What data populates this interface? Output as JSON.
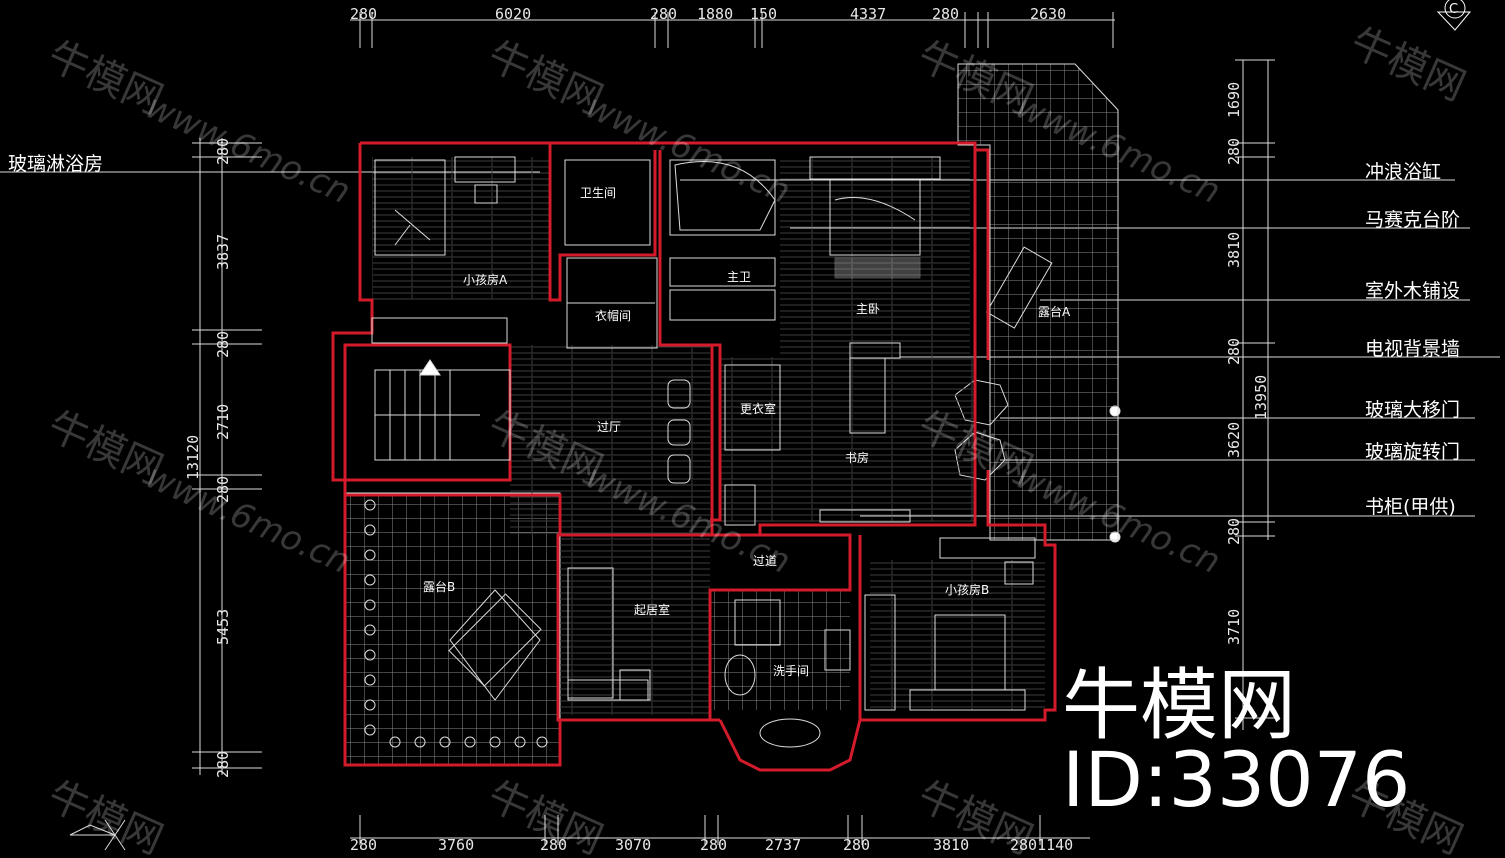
{
  "dims_top": [
    "280",
    "6020",
    "280",
    "1880",
    "150",
    "4337",
    "280",
    "2630"
  ],
  "dims_bottom": [
    "280",
    "3760",
    "280",
    "3070",
    "280",
    "2737",
    "280",
    "3810",
    "2801140"
  ],
  "dims_left": [
    "280",
    "3837",
    "280",
    "2710",
    "280",
    "5453",
    "280"
  ],
  "dim_left_total": "13120",
  "dims_right": [
    "280",
    "1690",
    "3810",
    "280",
    "3620",
    "280",
    "3710"
  ],
  "dim_right_total": "13950",
  "rooms": {
    "bedroom_a": "小孩房A",
    "bathroom": "卫生间",
    "cloakroom": "衣帽间",
    "master_bath": "主卫",
    "master_bedroom": "主卧",
    "balcony_a": "露台A",
    "changing_room": "更衣室",
    "hall": "过厅",
    "study": "书房",
    "corridor": "过道",
    "balcony_b": "露台B",
    "living_room": "起居室",
    "washroom": "洗手间",
    "bedroom_b": "小孩房B"
  },
  "callouts": {
    "left": "玻璃淋浴房",
    "r1": "冲浪浴缸",
    "r2": "马赛克台阶",
    "r3": "室外木铺设",
    "r4": "电视背景墙",
    "r5": "玻璃大移门",
    "r6": "玻璃旋转门",
    "r7": "书柜(甲供)"
  },
  "brand": {
    "name": "牛模网",
    "id": "ID:33076"
  },
  "watermark": {
    "name": "牛模网",
    "url": "www.6mo.cn"
  },
  "corner_symbol": "C",
  "colors": {
    "wall": "#d41b2c",
    "line": "#dcdcdc",
    "background": "#000000"
  }
}
